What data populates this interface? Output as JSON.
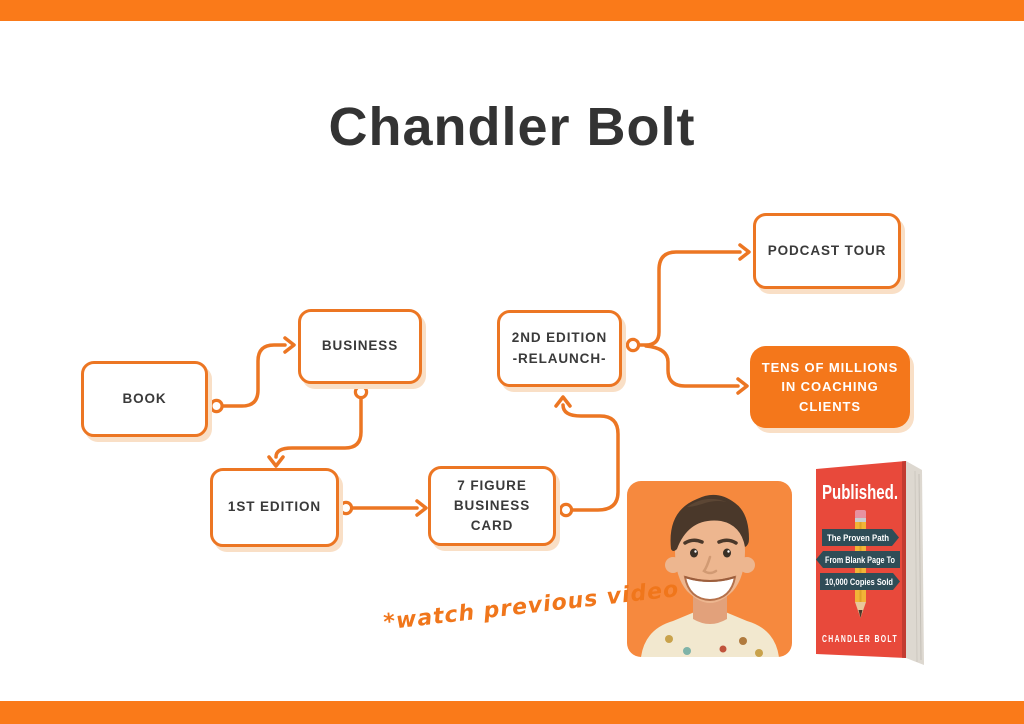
{
  "page": {
    "title": "Chandler Bolt"
  },
  "colors": {
    "frame_orange": "#FA7A19",
    "line_orange": "#EC7623",
    "filled_box_orange": "#F4771B",
    "box_shadow_peach": "#F9DFC6",
    "photo_background": "#F6893E",
    "book_red": "#E8493B",
    "banner_teal": "#2F4D57",
    "text_dark": "#3A3A3A"
  },
  "flowchart": {
    "book": {
      "label": "BOOK"
    },
    "business": {
      "label": "BUSINESS"
    },
    "first_edition": {
      "label": "1ST EDITION"
    },
    "seven_figure": {
      "line1": "7 FIGURE",
      "line2": "BUSINESS",
      "line3": "CARD"
    },
    "second_edition": {
      "line1": "2ND EDITION",
      "line2": "-RELAUNCH-"
    },
    "podcast_tour": {
      "label": "PODCAST TOUR"
    },
    "coaching": {
      "line1": "TENS OF MILLIONS",
      "line2": "IN COACHING",
      "line3": "CLIENTS"
    }
  },
  "annotation": {
    "note": "*watch previous video"
  },
  "book_cover": {
    "title": "Published.",
    "banner1": "The Proven Path",
    "banner2": "From Blank Page To",
    "banner3": "10,000 Copies Sold",
    "author": "CHANDLER BOLT"
  },
  "images": {
    "portrait": "man-smiling-portrait",
    "book": "published-book-cover"
  }
}
